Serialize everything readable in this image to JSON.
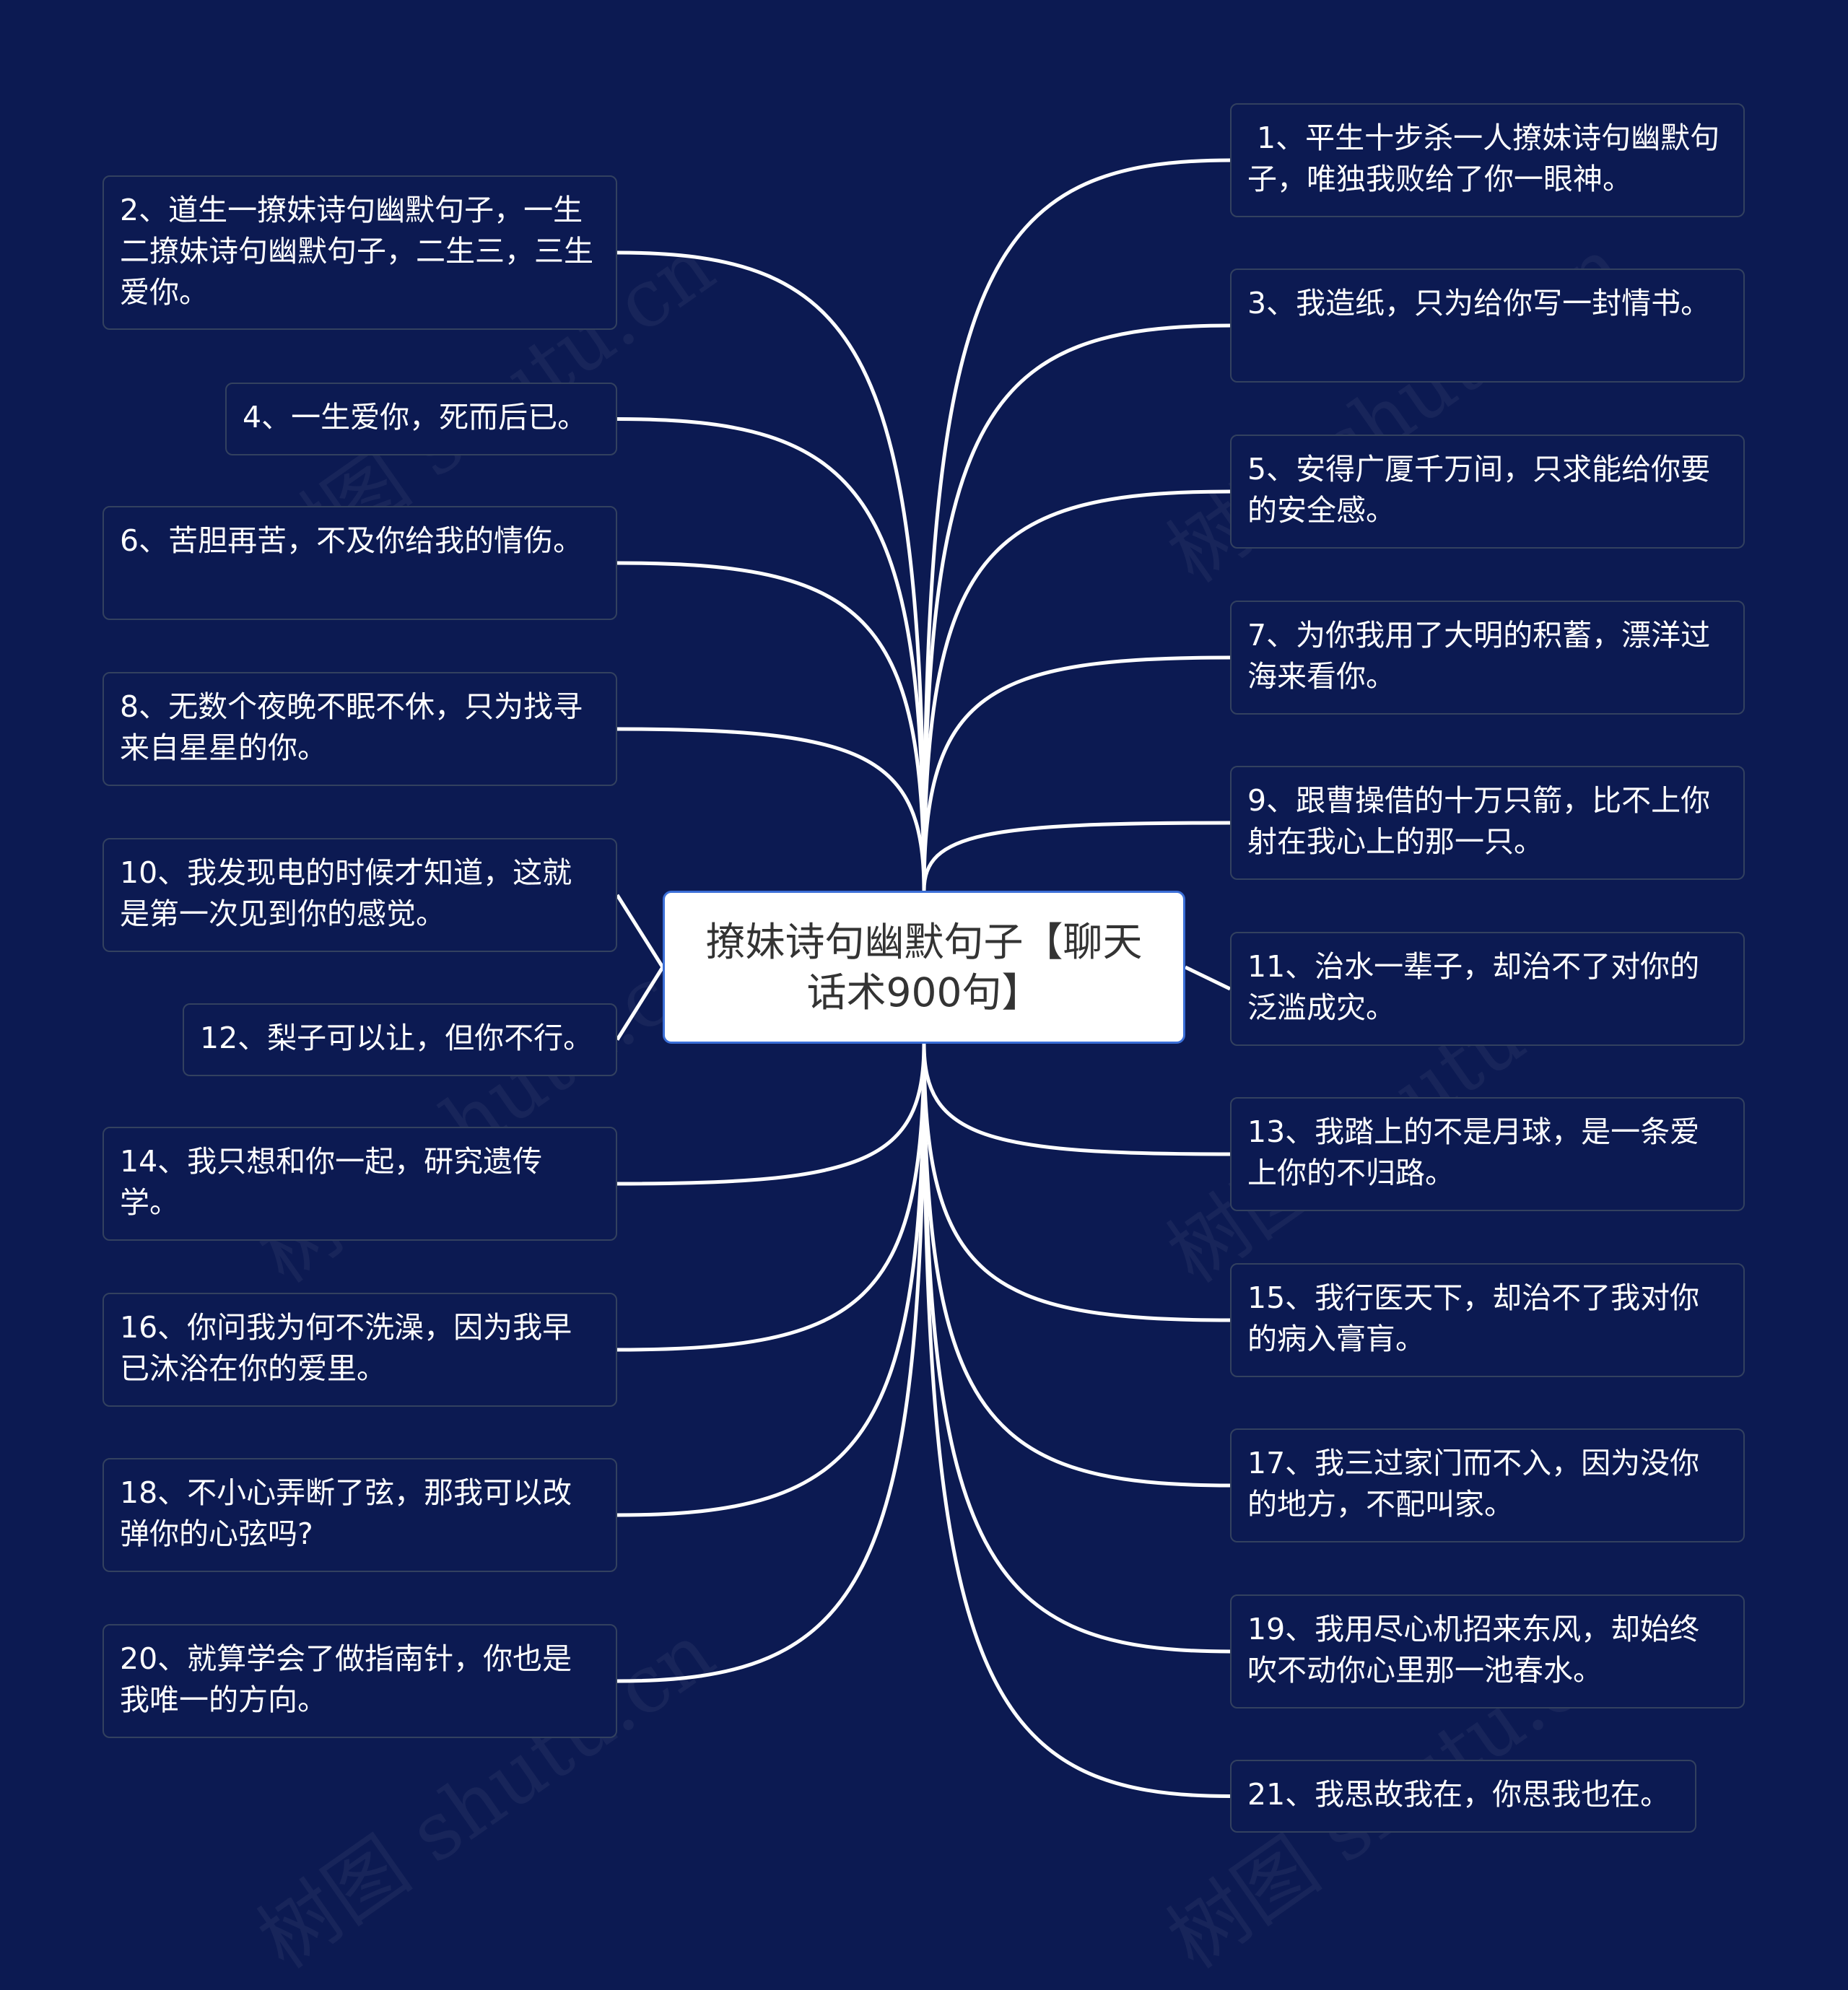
{
  "center": {
    "text": "撩妹诗句幽默句子【聊天话术900句】"
  },
  "watermark": "树图 shutu.cn",
  "colors": {
    "background": "#0c1a52",
    "line": "#ffffff",
    "center_border": "#3b6fd8",
    "node_border": "#33415f"
  },
  "left_items": [
    {
      "id": 2,
      "text": "2、道生一撩妹诗句幽默句子，一生二撩妹诗句幽默句子，二生三，三生爱你。"
    },
    {
      "id": 4,
      "text": "4、一生爱你，死而后已。"
    },
    {
      "id": 6,
      "text": "6、苦胆再苦，不及你给我的情伤。"
    },
    {
      "id": 8,
      "text": "8、无数个夜晚不眠不休，只为找寻来自星星的你。"
    },
    {
      "id": 10,
      "text": "10、我发现电的时候才知道，这就是第一次见到你的感觉。"
    },
    {
      "id": 12,
      "text": "12、梨子可以让，但你不行。"
    },
    {
      "id": 14,
      "text": "14、我只想和你一起，研究遗传学。"
    },
    {
      "id": 16,
      "text": "16、你问我为何不洗澡，因为我早已沐浴在你的爱里。"
    },
    {
      "id": 18,
      "text": "18、不小心弄断了弦，那我可以改弹你的心弦吗?"
    },
    {
      "id": 20,
      "text": "20、就算学会了做指南针，你也是我唯一的方向。"
    }
  ],
  "right_items": [
    {
      "id": 1,
      "text": " 1、平生十步杀一人撩妹诗句幽默句子，唯独我败给了你一眼神。"
    },
    {
      "id": 3,
      "text": "3、我造纸，只为给你写一封情书。"
    },
    {
      "id": 5,
      "text": "5、安得广厦千万间，只求能给你要的安全感。"
    },
    {
      "id": 7,
      "text": "7、为你我用了大明的积蓄，漂洋过海来看你。"
    },
    {
      "id": 9,
      "text": "9、跟曹操借的十万只箭，比不上你射在我心上的那一只。"
    },
    {
      "id": 11,
      "text": "11、治水一辈子，却治不了对你的泛滥成灾。"
    },
    {
      "id": 13,
      "text": "13、我踏上的不是月球，是一条爱上你的不归路。"
    },
    {
      "id": 15,
      "text": "15、我行医天下，却治不了我对你的病入膏肓。"
    },
    {
      "id": 17,
      "text": "17、我三过家门而不入，因为没你的地方，不配叫家。"
    },
    {
      "id": 19,
      "text": "19、我用尽心机招来东风，却始终吹不动你心里那一池春水。"
    },
    {
      "id": 21,
      "text": "21、我思故我在，你思我也在。"
    }
  ]
}
